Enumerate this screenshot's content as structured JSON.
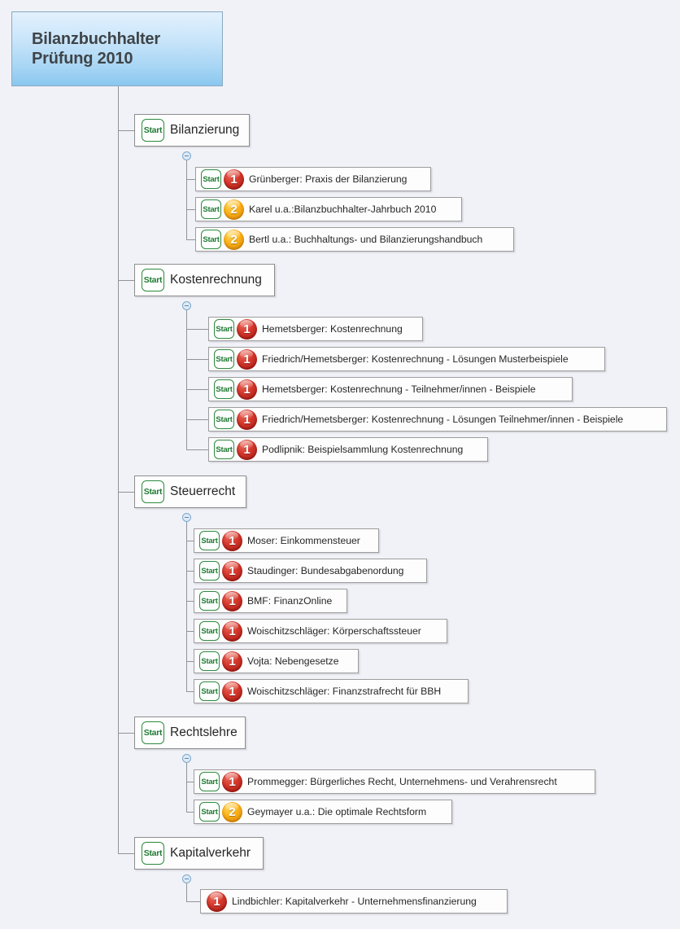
{
  "root": {
    "title": "Bilanzbuchhalter\nPrüfung 2010"
  },
  "icons": {
    "start_label": "Start",
    "prio_1": "1",
    "prio_2": "2",
    "collapse": "collapse-minus-icon"
  },
  "colors": {
    "background": "#f1f2f7",
    "root_gradient_top": "#e3f1fd",
    "root_gradient_bottom": "#8ac7ef",
    "root_border": "#8ba9bf",
    "node_background": "#fdfdfd",
    "node_border": "#9a9a9a",
    "connector": "#8f9398",
    "start_icon_border": "#2d8a3e",
    "start_icon_text": "#1f7a32",
    "priority_1": "#d6382c",
    "priority_2": "#fcb016",
    "collapse_border": "#7aa8cf"
  },
  "branches": [
    {
      "label": "Bilanzierung",
      "start": true,
      "children": [
        {
          "label": "Grünberger: Praxis der Bilanzierung",
          "start": true,
          "priority": "1"
        },
        {
          "label": "Karel u.a.:Bilanzbuchhalter-Jahrbuch 2010",
          "start": true,
          "priority": "2"
        },
        {
          "label": "Bertl u.a.: Buchhaltungs- und Bilanzierungshandbuch",
          "start": true,
          "priority": "2"
        }
      ]
    },
    {
      "label": "Kostenrechnung",
      "start": true,
      "children": [
        {
          "label": "Hemetsberger: Kostenrechnung",
          "start": true,
          "priority": "1"
        },
        {
          "label": "Friedrich/Hemetsberger: Kostenrechnung - Lösungen Musterbeispiele",
          "start": true,
          "priority": "1"
        },
        {
          "label": "Hemetsberger: Kostenrechnung - Teilnehmer/innen - Beispiele",
          "start": true,
          "priority": "1"
        },
        {
          "label": "Friedrich/Hemetsberger: Kostenrechnung - Lösungen Teilnehmer/innen - Beispiele",
          "start": true,
          "priority": "1"
        },
        {
          "label": "Podlipnik: Beispielsammlung Kostenrechnung",
          "start": true,
          "priority": "1"
        }
      ]
    },
    {
      "label": "Steuerrecht",
      "start": true,
      "children": [
        {
          "label": "Moser: Einkommensteuer",
          "start": true,
          "priority": "1"
        },
        {
          "label": "Staudinger: Bundesabgabenordung",
          "start": true,
          "priority": "1"
        },
        {
          "label": "BMF: FinanzOnline",
          "start": true,
          "priority": "1"
        },
        {
          "label": "Woischitzschläger: Körperschaftssteuer",
          "start": true,
          "priority": "1"
        },
        {
          "label": "Vojta: Nebengesetze",
          "start": true,
          "priority": "1"
        },
        {
          "label": "Woischitzschläger: Finanzstrafrecht für BBH",
          "start": true,
          "priority": "1"
        }
      ]
    },
    {
      "label": "Rechtslehre",
      "start": true,
      "children": [
        {
          "label": "Prommegger: Bürgerliches Recht, Unternehmens- und Verahrensrecht",
          "start": true,
          "priority": "1"
        },
        {
          "label": "Geymayer u.a.: Die optimale Rechtsform",
          "start": true,
          "priority": "2"
        }
      ]
    },
    {
      "label": "Kapitalverkehr",
      "start": true,
      "children": [
        {
          "label": "Lindbichler: Kapitalverkehr - Unternehmensfinanzierung",
          "start": false,
          "priority": "1"
        }
      ]
    }
  ],
  "layout": {
    "branch_tops": [
      140,
      324,
      584,
      880,
      1028
    ],
    "branch_widths": [
      142,
      173,
      138,
      137,
      159
    ],
    "child_groups": [
      {
        "tops": [
          205,
          242,
          279
        ],
        "lefts": [
          240,
          240,
          240
        ],
        "widths": [
          290,
          328,
          392
        ]
      },
      {
        "tops": [
          389,
          426,
          463,
          500,
          537
        ],
        "lefts": [
          256,
          256,
          256,
          256,
          256
        ],
        "widths": [
          264,
          488,
          448,
          564,
          344
        ]
      },
      {
        "tops": [
          649,
          686,
          723,
          760,
          797,
          834
        ],
        "lefts": [
          238,
          238,
          238,
          238,
          238,
          238
        ],
        "widths": [
          228,
          287,
          189,
          312,
          203,
          338
        ]
      },
      {
        "tops": [
          945,
          982
        ],
        "lefts": [
          238,
          238
        ],
        "widths": [
          494,
          318
        ]
      },
      {
        "tops": [
          1092
        ],
        "lefts": [
          246
        ],
        "widths": [
          378
        ]
      }
    ]
  }
}
